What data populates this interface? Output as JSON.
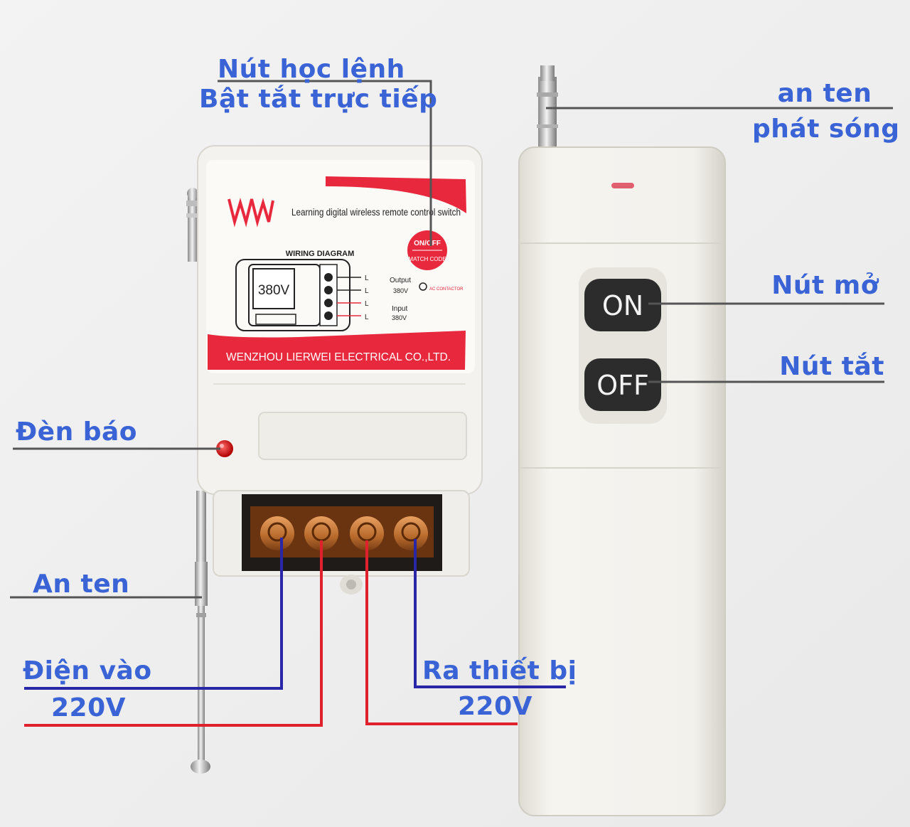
{
  "colors": {
    "label_text": "#3a63d6",
    "leader_line": "#555555",
    "wire_blue": "#2a26a8",
    "wire_red": "#e0202c",
    "device_body": "#f4f2ee",
    "brand_red": "#e8283c",
    "button_dark": "#2c2c2c",
    "terminal_copper": "#c87a3a"
  },
  "receiver": {
    "brand_text": "Learning digital wireless remote control switch",
    "button_top": "ON/OFF",
    "button_bottom": "MATCH CODE",
    "diagram_title": "WIRING DIAGRAM",
    "voltage_box": "380V",
    "terminal_letter": "L",
    "output_label": "Output",
    "output_voltage": "380V",
    "ac_contactor": "AC CONTACTOR",
    "input_label": "Input",
    "input_voltage": "380V",
    "company": "WENZHOU LIERWEI ELECTRICAL CO.,LTD."
  },
  "remote": {
    "on_button": "ON",
    "off_button": "OFF"
  },
  "labels": {
    "learn_button_line1": "Nút học lệnh",
    "learn_button_line2": "Bật tắt trực tiếp",
    "antenna_tx_line1": "an ten",
    "antenna_tx_line2": "phát sóng",
    "on_button": "Nút mở",
    "off_button": "Nút tắt",
    "indicator_light": "Đèn báo",
    "antenna": "An ten",
    "power_in_line1": "Điện vào",
    "power_in_line2": "220V",
    "output_line1": "Ra thiết bị",
    "output_line2": "220V"
  }
}
